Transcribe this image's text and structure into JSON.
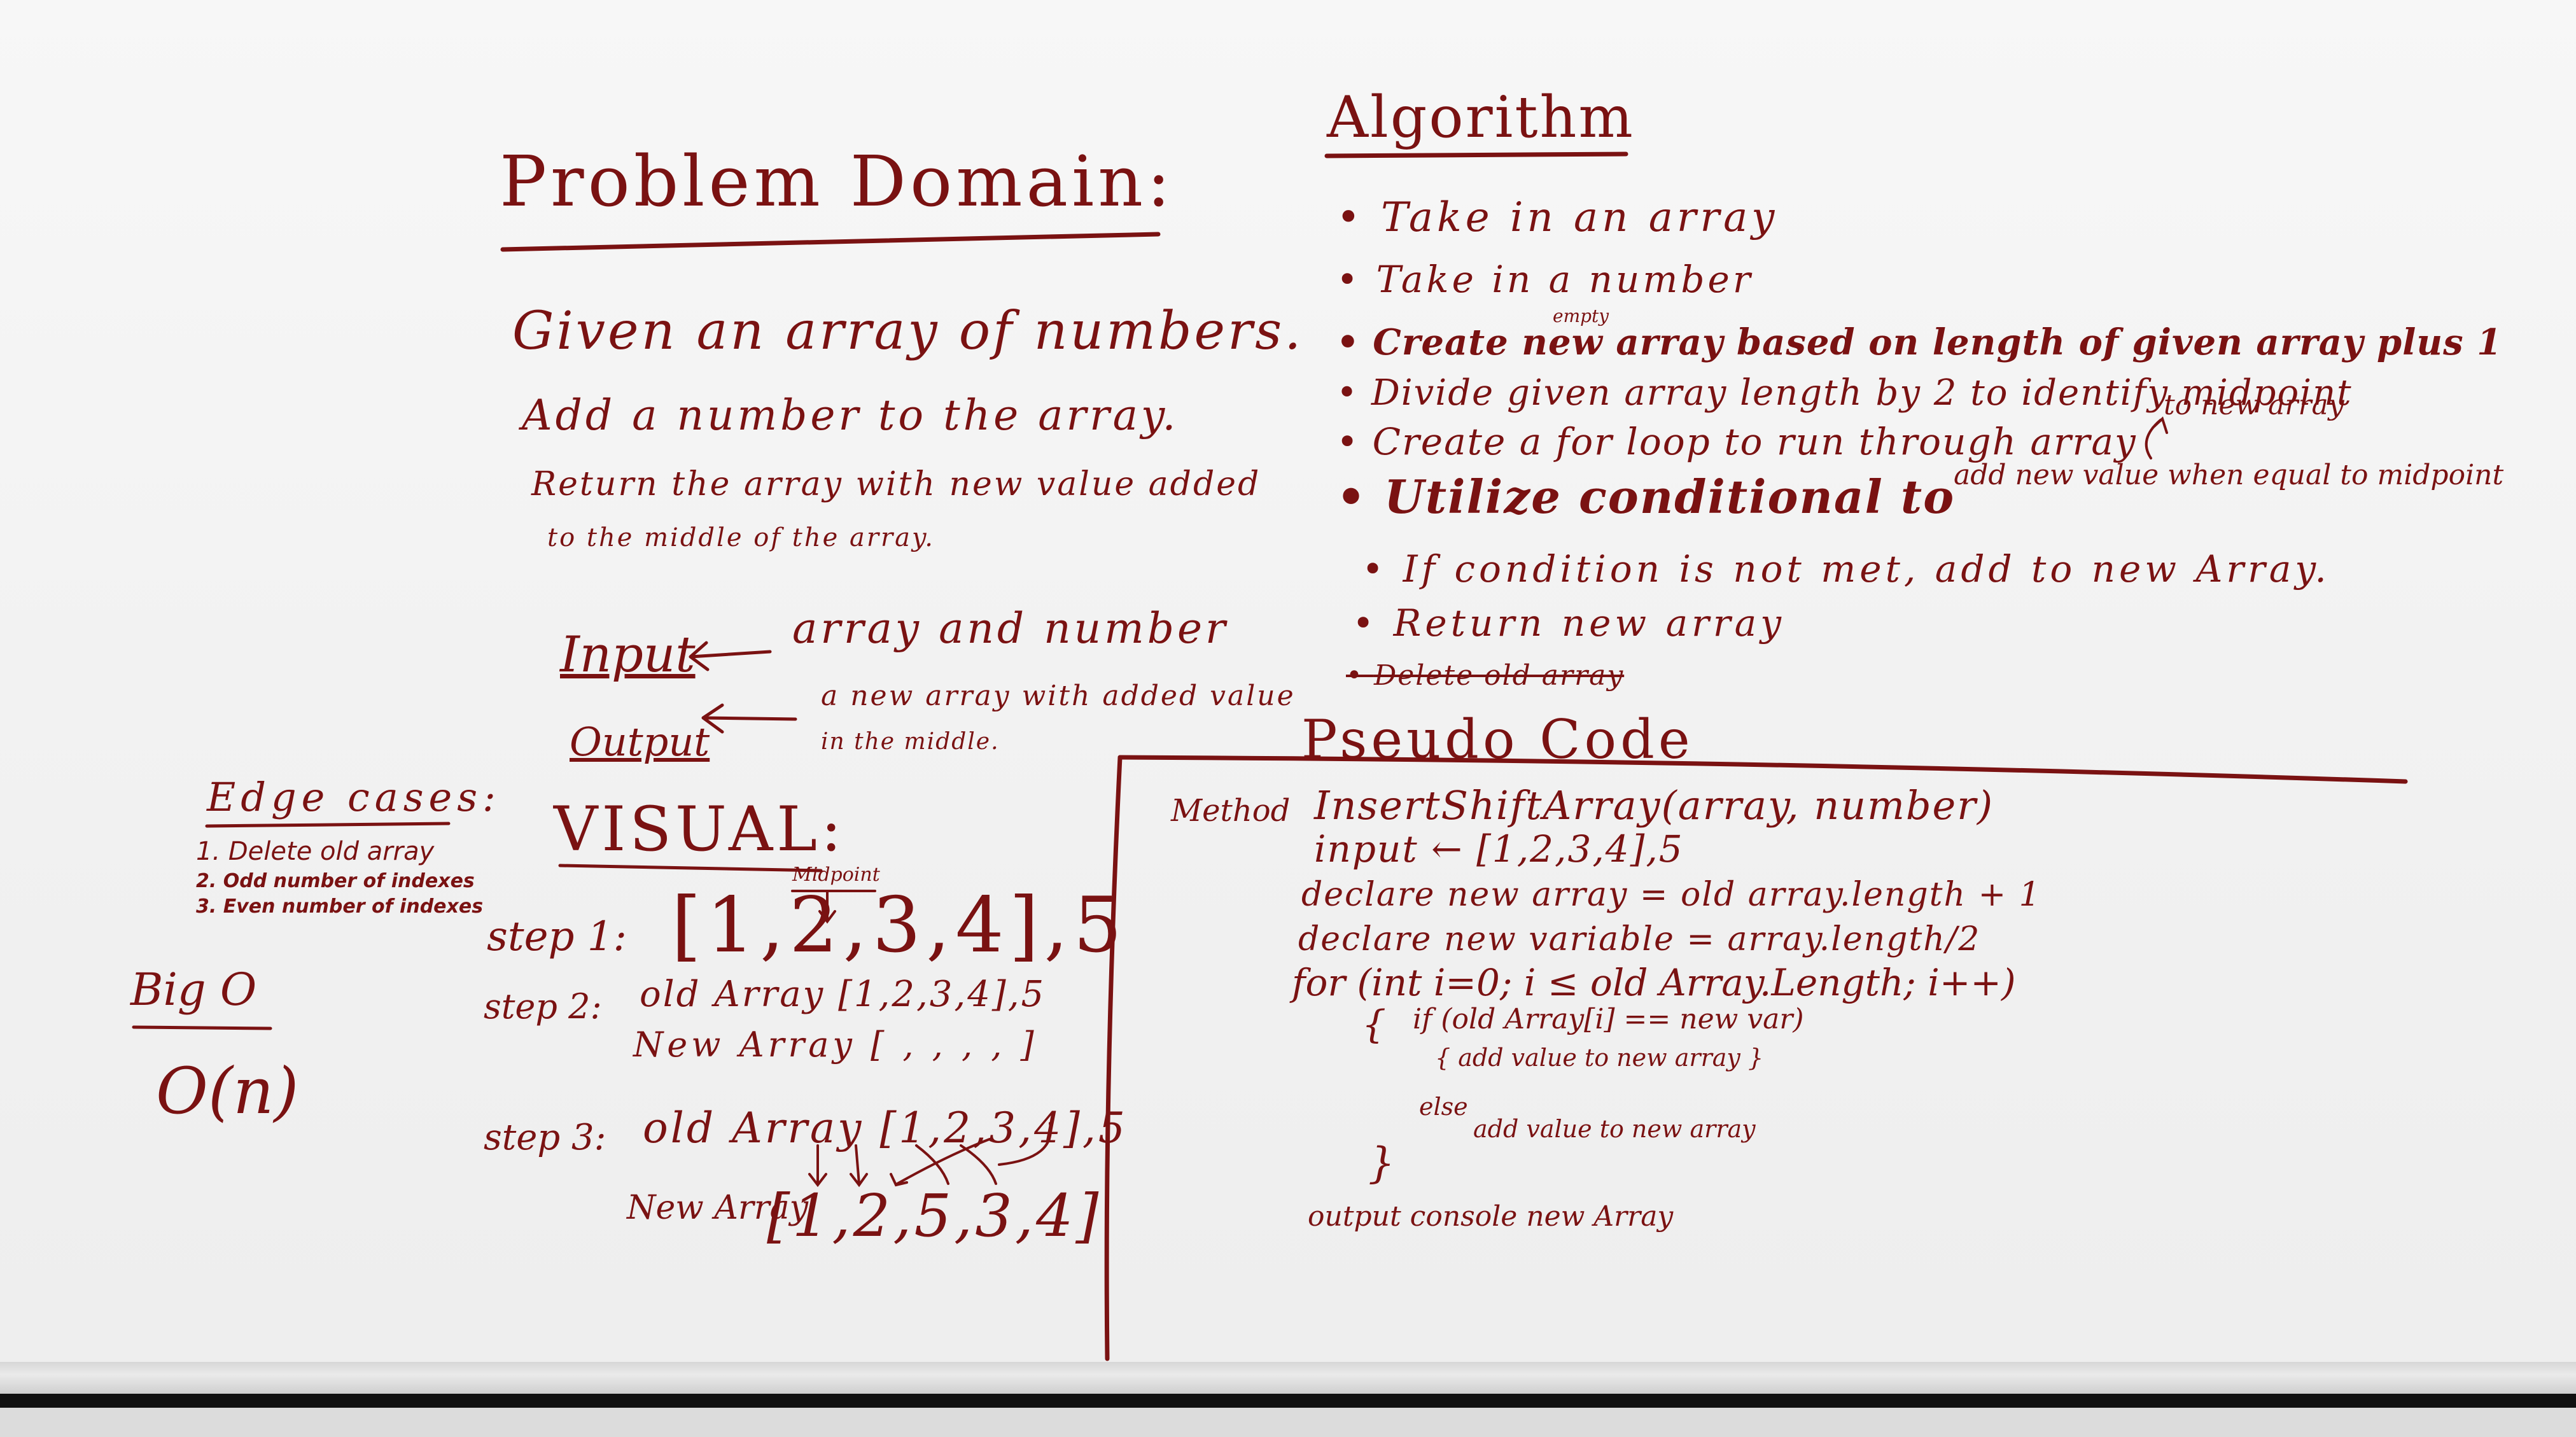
{
  "problem_domain": {
    "title": "Problem Domain:",
    "given": "Given an array of numbers.",
    "add": "Add a number to the array.",
    "return_line1": "Return the array with new value added",
    "return_line2": "to the middle of the array.",
    "input_label": "Input",
    "input_value": "array and number",
    "output_label": "Output",
    "output_value_line1": "a new array with added value",
    "output_value_line2": "in the middle."
  },
  "edge_cases": {
    "title": "Edge cases:",
    "items": [
      "1. Delete old array",
      "2. Odd number of indexes",
      "3. Even number of indexes"
    ]
  },
  "big_o": {
    "title": "Big O",
    "value": "O(n)"
  },
  "visual": {
    "title": "VISUAL:",
    "midpoint_label": "Midpoint",
    "step1_label": "step 1:",
    "step1_value": "[1,2,3,4],5",
    "step2_label": "step 2:",
    "step2_old": "old Array [1,2,3,4],5",
    "step2_new": "New Array [ , , , , ]",
    "step3_label": "step 3:",
    "step3_old": "old Array [1,2,3,4],5",
    "step3_new_label": "New Array",
    "step3_new_value": "[1,2,5,3,4]"
  },
  "algorithm": {
    "title": "Algorithm",
    "items": [
      "Take in an array",
      "Take in a number",
      "Create new array based on length of given array plus 1",
      "Divide given array length by 2 to identify midpoint",
      "Create a for loop to run through array",
      "Utilize conditional to",
      "If condition is not met, add to new Array.",
      "Return new array",
      "Delete old array"
    ],
    "superscript_empty": "empty",
    "note_to_new_array": "to new array",
    "note_add_value": "add new value when equal to midpoint"
  },
  "pseudo_code": {
    "title": "Pseudo Code",
    "method_label": "Method",
    "method_name": "InsertShiftArray(array, number)",
    "input_line": "input ← [1,2,3,4],5",
    "declare1": "declare new array = old array.length + 1",
    "declare2": "declare new variable = array.length/2",
    "for_line": "for (int i=0; i ≤ old Array.Length; i++)",
    "open_brace": "{",
    "if_line": "if (old Array[i] == new var)",
    "if_body": "{ add value to new array }",
    "else_label": "else",
    "else_body": "add value to new array",
    "close_brace": "}",
    "output_line": "output console new Array"
  }
}
